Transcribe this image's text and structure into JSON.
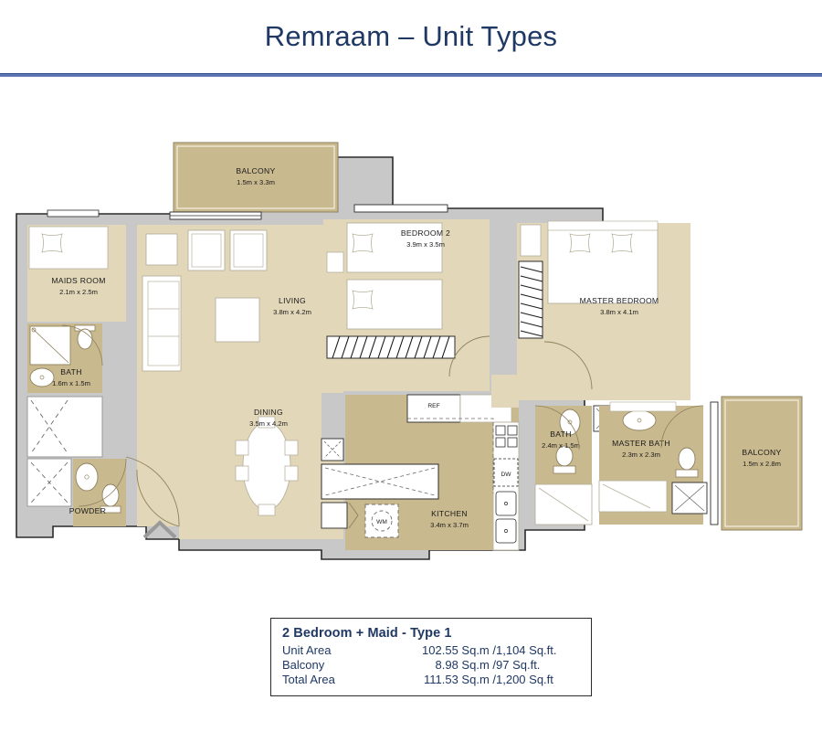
{
  "header": {
    "title": "Remraam – Unit Types",
    "rule_color": "#5b76b0"
  },
  "colors": {
    "title": "#1f3864",
    "room_fill": "#e2d7b8",
    "balcony_fill": "#c9b98f",
    "wall_fill": "#c8c8c8",
    "wall_stroke": "#2b2b2b",
    "furniture_fill": "#ffffff",
    "furniture_stroke": "#b6b29e"
  },
  "floorplan": {
    "rooms": [
      {
        "name": "MAIDS ROOM",
        "dim": "2.1m x 2.5m"
      },
      {
        "name": "BATH",
        "dim": "1.6m x 1.5m"
      },
      {
        "name": "POWDER",
        "dim": ""
      },
      {
        "name": "BALCONY",
        "dim": "1.5m x 3.3m"
      },
      {
        "name": "LIVING",
        "dim": "3.8m x 4.2m"
      },
      {
        "name": "DINING",
        "dim": "3.5m x 4.2m"
      },
      {
        "name": "BEDROOM 2",
        "dim": "3.9m x 3.5m"
      },
      {
        "name": "KITCHEN",
        "dim": "3.4m x 3.7m"
      },
      {
        "name": "MASTER BEDROOM",
        "dim": "3.8m x 4.1m"
      },
      {
        "name": "BATH",
        "dim": "2.4m x 1.5m"
      },
      {
        "name": "MASTER BATH",
        "dim": "2.3m x 2.3m"
      },
      {
        "name": "BALCONY",
        "dim": "1.5m x 2.8m"
      }
    ],
    "appliances": [
      {
        "label": "REF"
      },
      {
        "label": "DW"
      },
      {
        "label": "WM"
      }
    ]
  },
  "legend": {
    "title": "2 Bedroom + Maid - Type 1",
    "rows": [
      {
        "name": "Unit Area",
        "metric": "102.55 Sq.m /",
        "imperial": "1,104 Sq.ft."
      },
      {
        "name": "Balcony",
        "metric": "8.98 Sq.m /",
        "imperial": "97 Sq.ft."
      },
      {
        "name": "Total Area",
        "metric": "111.53 Sq.m /",
        "imperial": "1,200 Sq.ft"
      }
    ]
  }
}
